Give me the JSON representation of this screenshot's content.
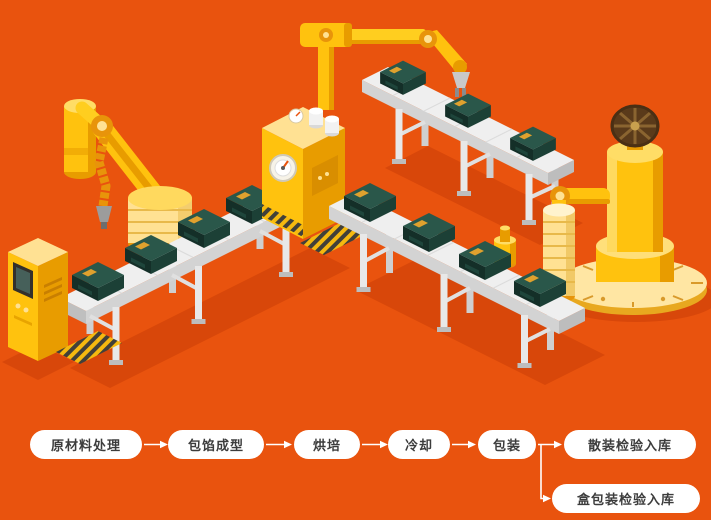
{
  "palette": {
    "background": "#E9530E",
    "machine_yellow": "#FFC20E",
    "machine_yellow_dark": "#E89C00",
    "machine_yellow_pale": "#FFE193",
    "conveyor_light": "#EFEFEF",
    "conveyor_shade": "#D3D3D3",
    "product_box_dark": "#142F28",
    "product_box_top": "#2A574A",
    "box_label_gold": "#DFA12E",
    "ground_shadow": "#D8470A",
    "pill_background": "#FFFFFF",
    "pill_text": "#3C3C3C",
    "connector": "#FFFFFF"
  },
  "illustration": {
    "elements": [
      "control-console",
      "robot-arm-left",
      "conveyor-left",
      "oven-machine",
      "robot-arm-top",
      "conveyor-top-right",
      "packaging-nozzle",
      "conveyor-right",
      "robot-station-right",
      "product-boxes",
      "hazard-mats"
    ]
  },
  "flowchart": {
    "steps": [
      {
        "id": "raw-material",
        "label": "原材料处理"
      },
      {
        "id": "filling-forming",
        "label": "包馅成型"
      },
      {
        "id": "baking",
        "label": "烘培"
      },
      {
        "id": "cooling",
        "label": "冷却"
      },
      {
        "id": "packaging",
        "label": "包装"
      },
      {
        "id": "bulk-inspection",
        "label": "散装检验入库"
      },
      {
        "id": "box-inspection",
        "label": "盒包装检验入库"
      }
    ],
    "connections": [
      {
        "from": "raw-material",
        "to": "filling-forming"
      },
      {
        "from": "filling-forming",
        "to": "baking"
      },
      {
        "from": "baking",
        "to": "cooling"
      },
      {
        "from": "cooling",
        "to": "packaging"
      },
      {
        "from": "packaging",
        "to": "bulk-inspection"
      },
      {
        "from": "packaging",
        "to": "box-inspection"
      }
    ]
  }
}
